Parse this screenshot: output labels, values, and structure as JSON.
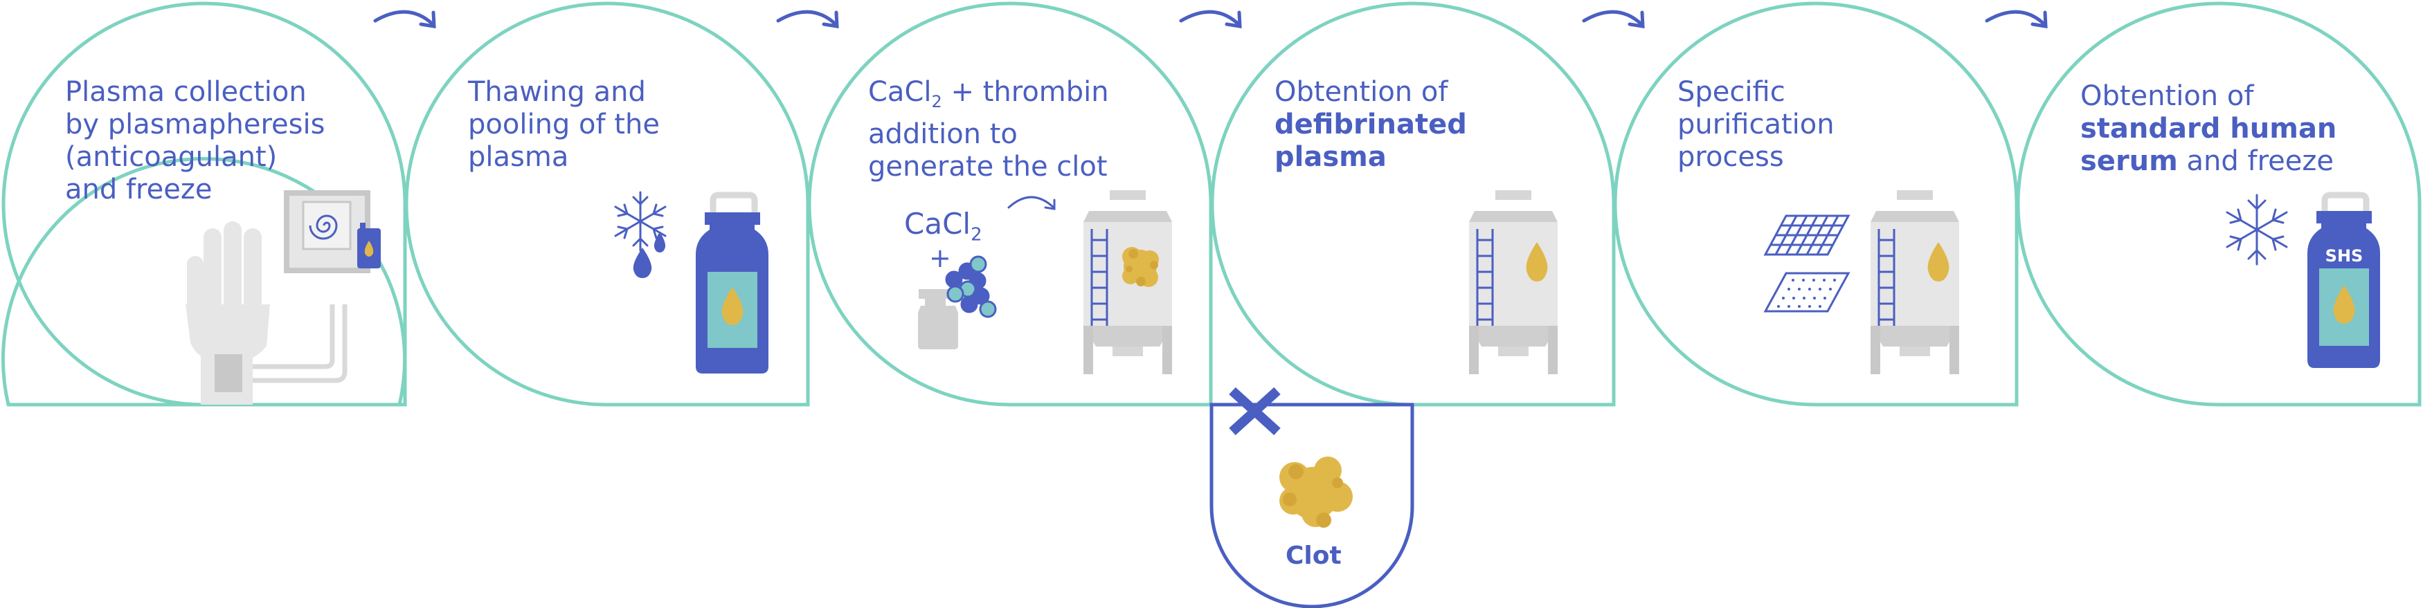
{
  "steps": [
    {
      "lines": [
        "Plasma collection",
        "by plasmapheresis",
        "(anticoagulant)",
        "and freeze"
      ]
    },
    {
      "lines": [
        "Thawing and",
        "pooling of the",
        "plasma"
      ]
    },
    {
      "line1_a": "CaCl",
      "line1_sub": "2",
      "line1_b": " + thrombin",
      "lines": [
        "addition to",
        "generate the clot"
      ]
    },
    {
      "line1": "Obtention of",
      "bold1": "defibrinated",
      "bold2": "plasma"
    },
    {
      "lines": [
        "Specific",
        "purification",
        "process"
      ]
    },
    {
      "line1": "Obtention of",
      "bold1": "standard human",
      "bold2": "serum",
      "line3_rest": " and freeze"
    }
  ],
  "cacl2_label": {
    "main": "CaCl",
    "sub": "2",
    "plus": "+"
  },
  "clot_label": "Clot",
  "bottle_label": "SHS",
  "colors": {
    "outline_teal": "#7dd3c0",
    "blue": "#4a5fc1",
    "gold": "#e0b84a",
    "gray_light": "#e6e6e6",
    "gray_mid": "#c8c8c8",
    "teal_fill": "#7fc7c8"
  }
}
